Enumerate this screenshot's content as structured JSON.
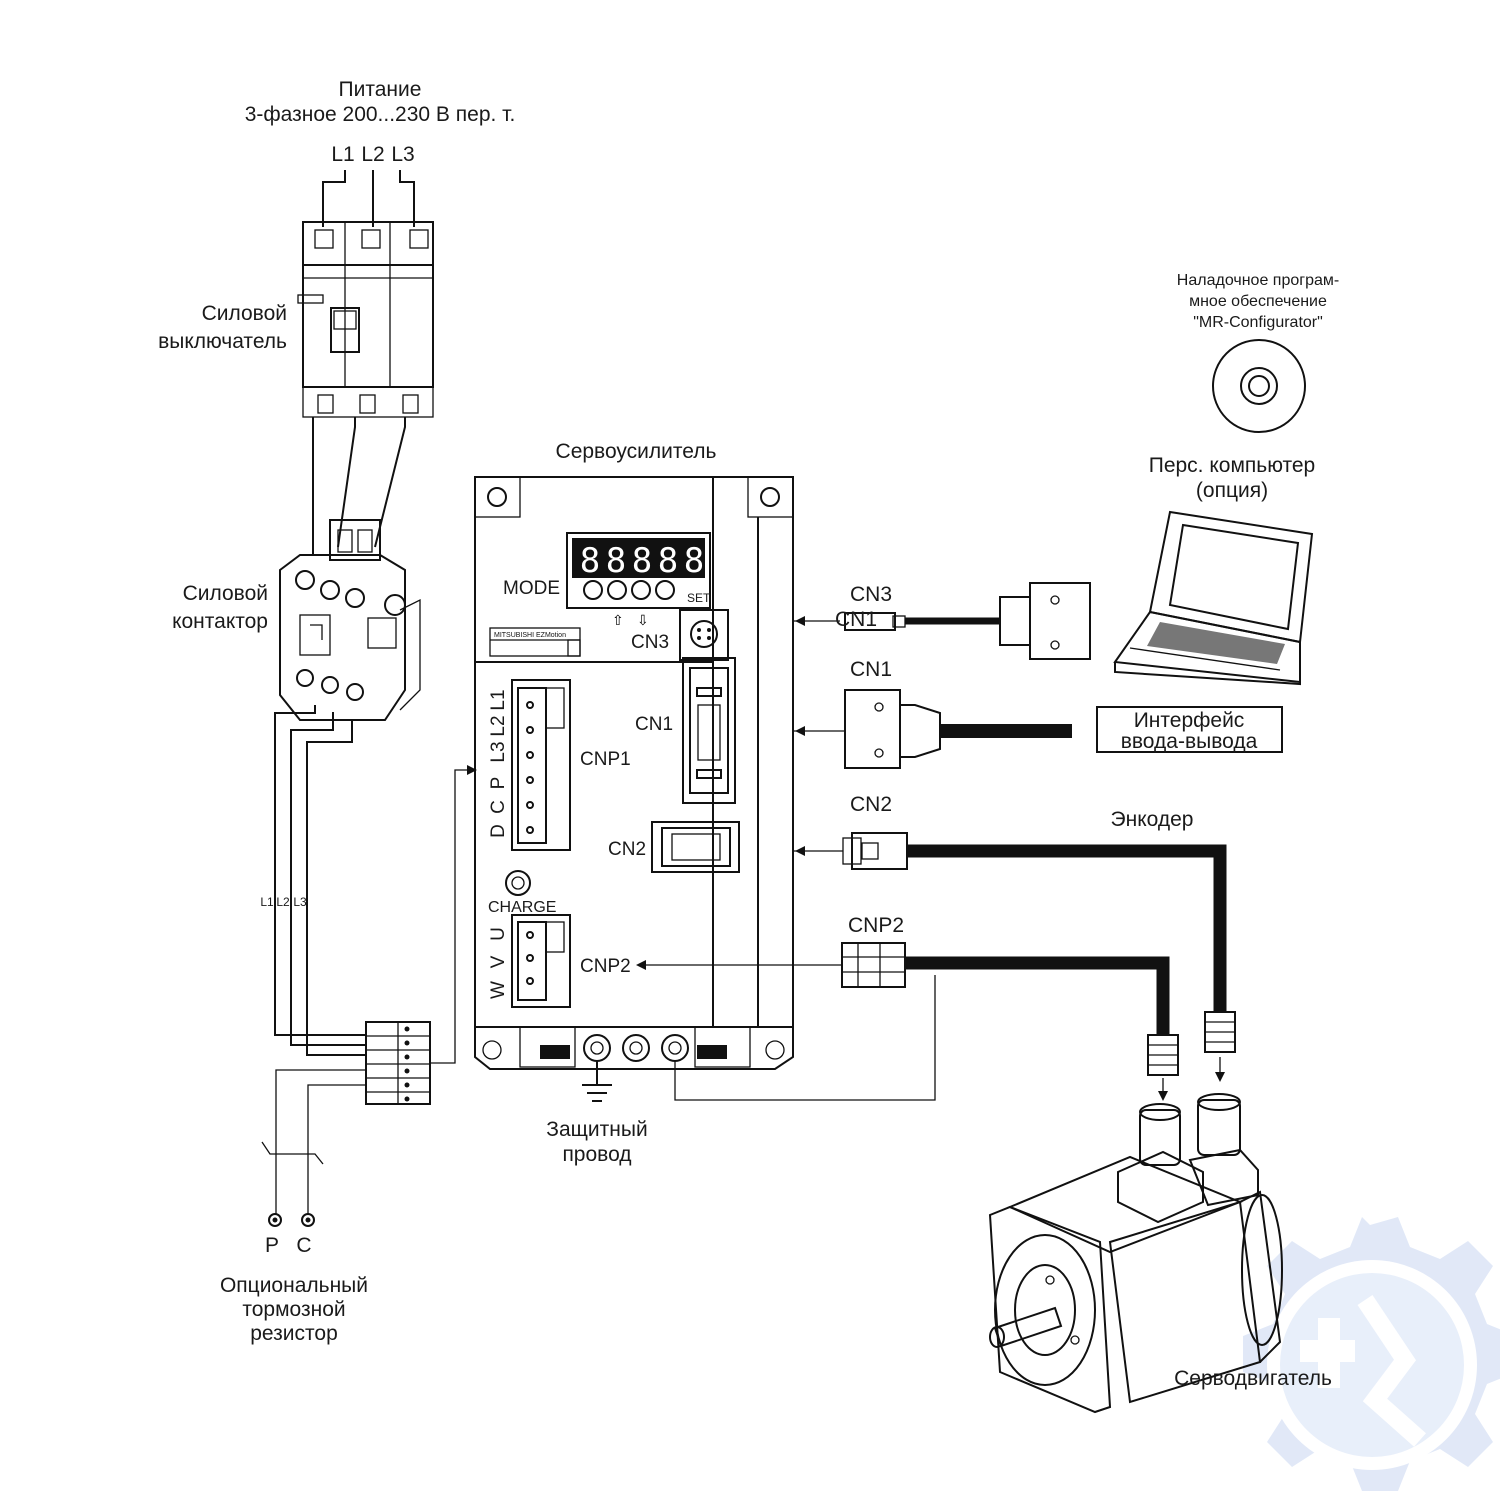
{
  "power": {
    "title_line1": "Питание",
    "title_line2": "3-фазное 200...230 В пер. т.",
    "phases": [
      "L1",
      "L2",
      "L3"
    ]
  },
  "breaker": {
    "line1": "Силовой",
    "line2": "выключатель"
  },
  "contactor": {
    "line1": "Силовой",
    "line2": "контактор"
  },
  "amplifier": {
    "title": "Сервоусилитель",
    "mode_label": "MODE",
    "set_label": "SET",
    "brand": "MITSUBISHI EZMotion",
    "cn3": "CN3",
    "cn1": "CN1",
    "cn2": "CN2",
    "cnp1": "CNP1",
    "cnp2": "CNP2",
    "cnp1_pins": [
      "L1",
      "L2",
      "L3",
      "P",
      "C",
      "D"
    ],
    "cnp2_pins": [
      "U",
      "V",
      "W"
    ],
    "charge": "CHARGE"
  },
  "software": {
    "line1": "Наладочное програм-",
    "line2": "мное обеспечение",
    "line3": "\"MR-Configurator\""
  },
  "pc": {
    "line1": "Перс. компьютер",
    "line2": "(опция)"
  },
  "cables": {
    "cn3": "CN3",
    "cn3_plug": "CN1",
    "cn1": "CN1",
    "cn2": "CN2",
    "cnp2": "CNP2"
  },
  "io": {
    "line1": "Интерфейс",
    "line2": "ввода-вывода"
  },
  "encoder": "Энкодер",
  "wire_labels": [
    "L1",
    "L2",
    "L3"
  ],
  "ground": {
    "line1": "Защитный",
    "line2": "провод"
  },
  "resistor": {
    "p": "P",
    "c": "C",
    "line1": "Опциональный",
    "line2": "тормозной",
    "line3": "резистор"
  },
  "motor": "Серводвигатель",
  "colors": {
    "line": "#111111",
    "watermark": "#c9d7f2",
    "background": "#ffffff"
  }
}
